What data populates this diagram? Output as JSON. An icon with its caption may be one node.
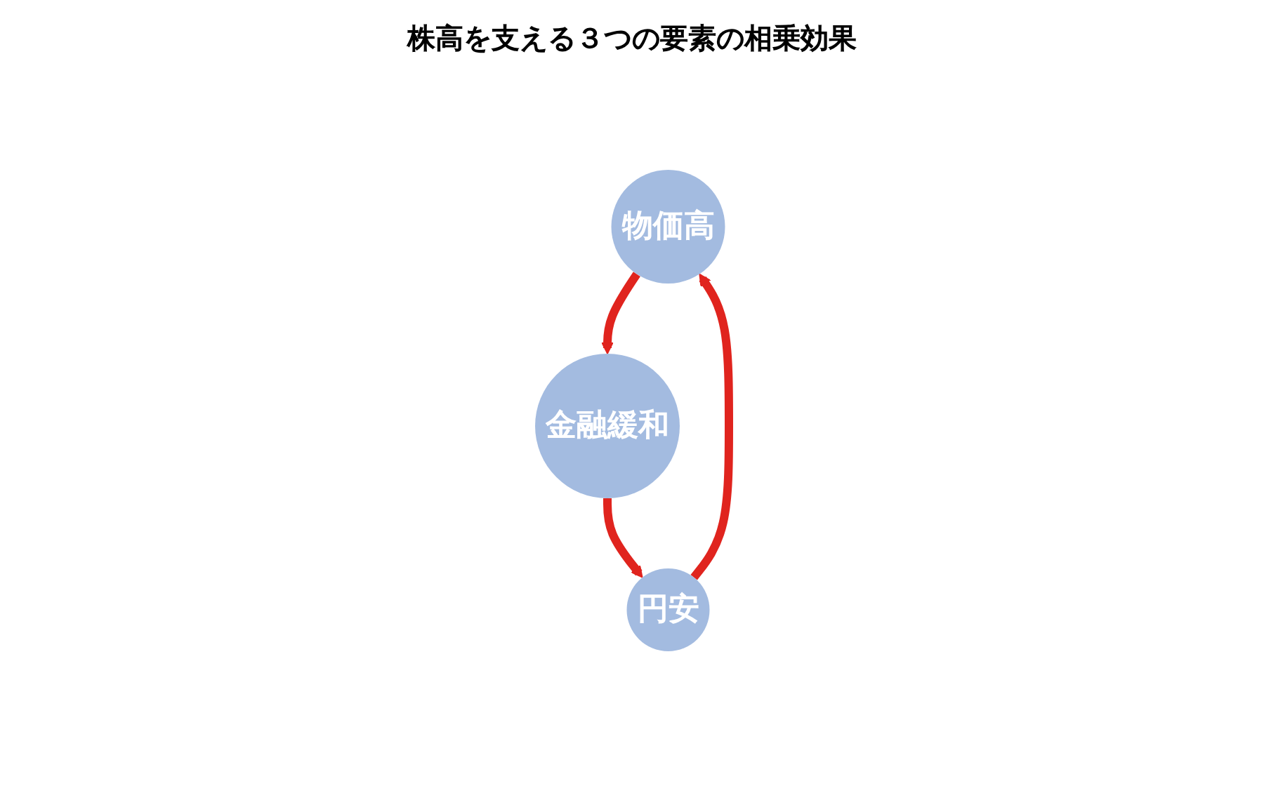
{
  "diagram": {
    "title": "株高を支える３つの要素の相乗効果",
    "nodes": [
      {
        "text": [
          "物価高"
        ]
      },
      {
        "text": [
          "円安"
        ]
      },
      {
        "text": [
          "金融緩和"
        ]
      }
    ],
    "edges": [
      {
        "from": 0,
        "to": 2,
        "arrow": "to"
      },
      {
        "from": 2,
        "to": 1,
        "arrow": "to"
      },
      {
        "from": 1,
        "to": 0,
        "arrow": "to"
      }
    ]
  }
}
